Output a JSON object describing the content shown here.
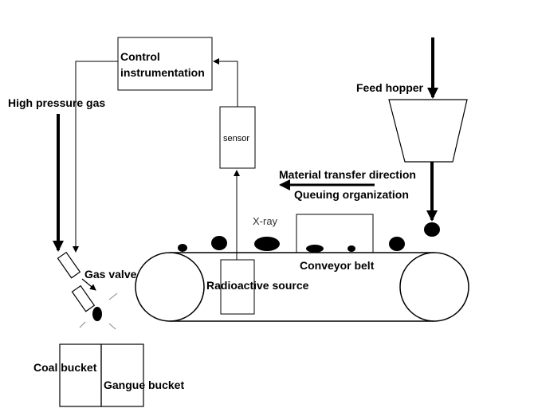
{
  "labels": {
    "control_line1": "Control",
    "control_line2": "instrumentation",
    "high_pressure_gas": "High pressure gas",
    "sensor": "sensor",
    "feed_hopper": "Feed hopper",
    "transfer_direction": "Material transfer direction",
    "queuing": "Queuing organization",
    "xray": "X-ray",
    "conveyor_belt": "Conveyor belt",
    "gas_valve": "Gas valve",
    "radioactive_source": "Radioactive source",
    "coal_bucket": "Coal bucket",
    "gangue_bucket": "Gangue bucket"
  }
}
